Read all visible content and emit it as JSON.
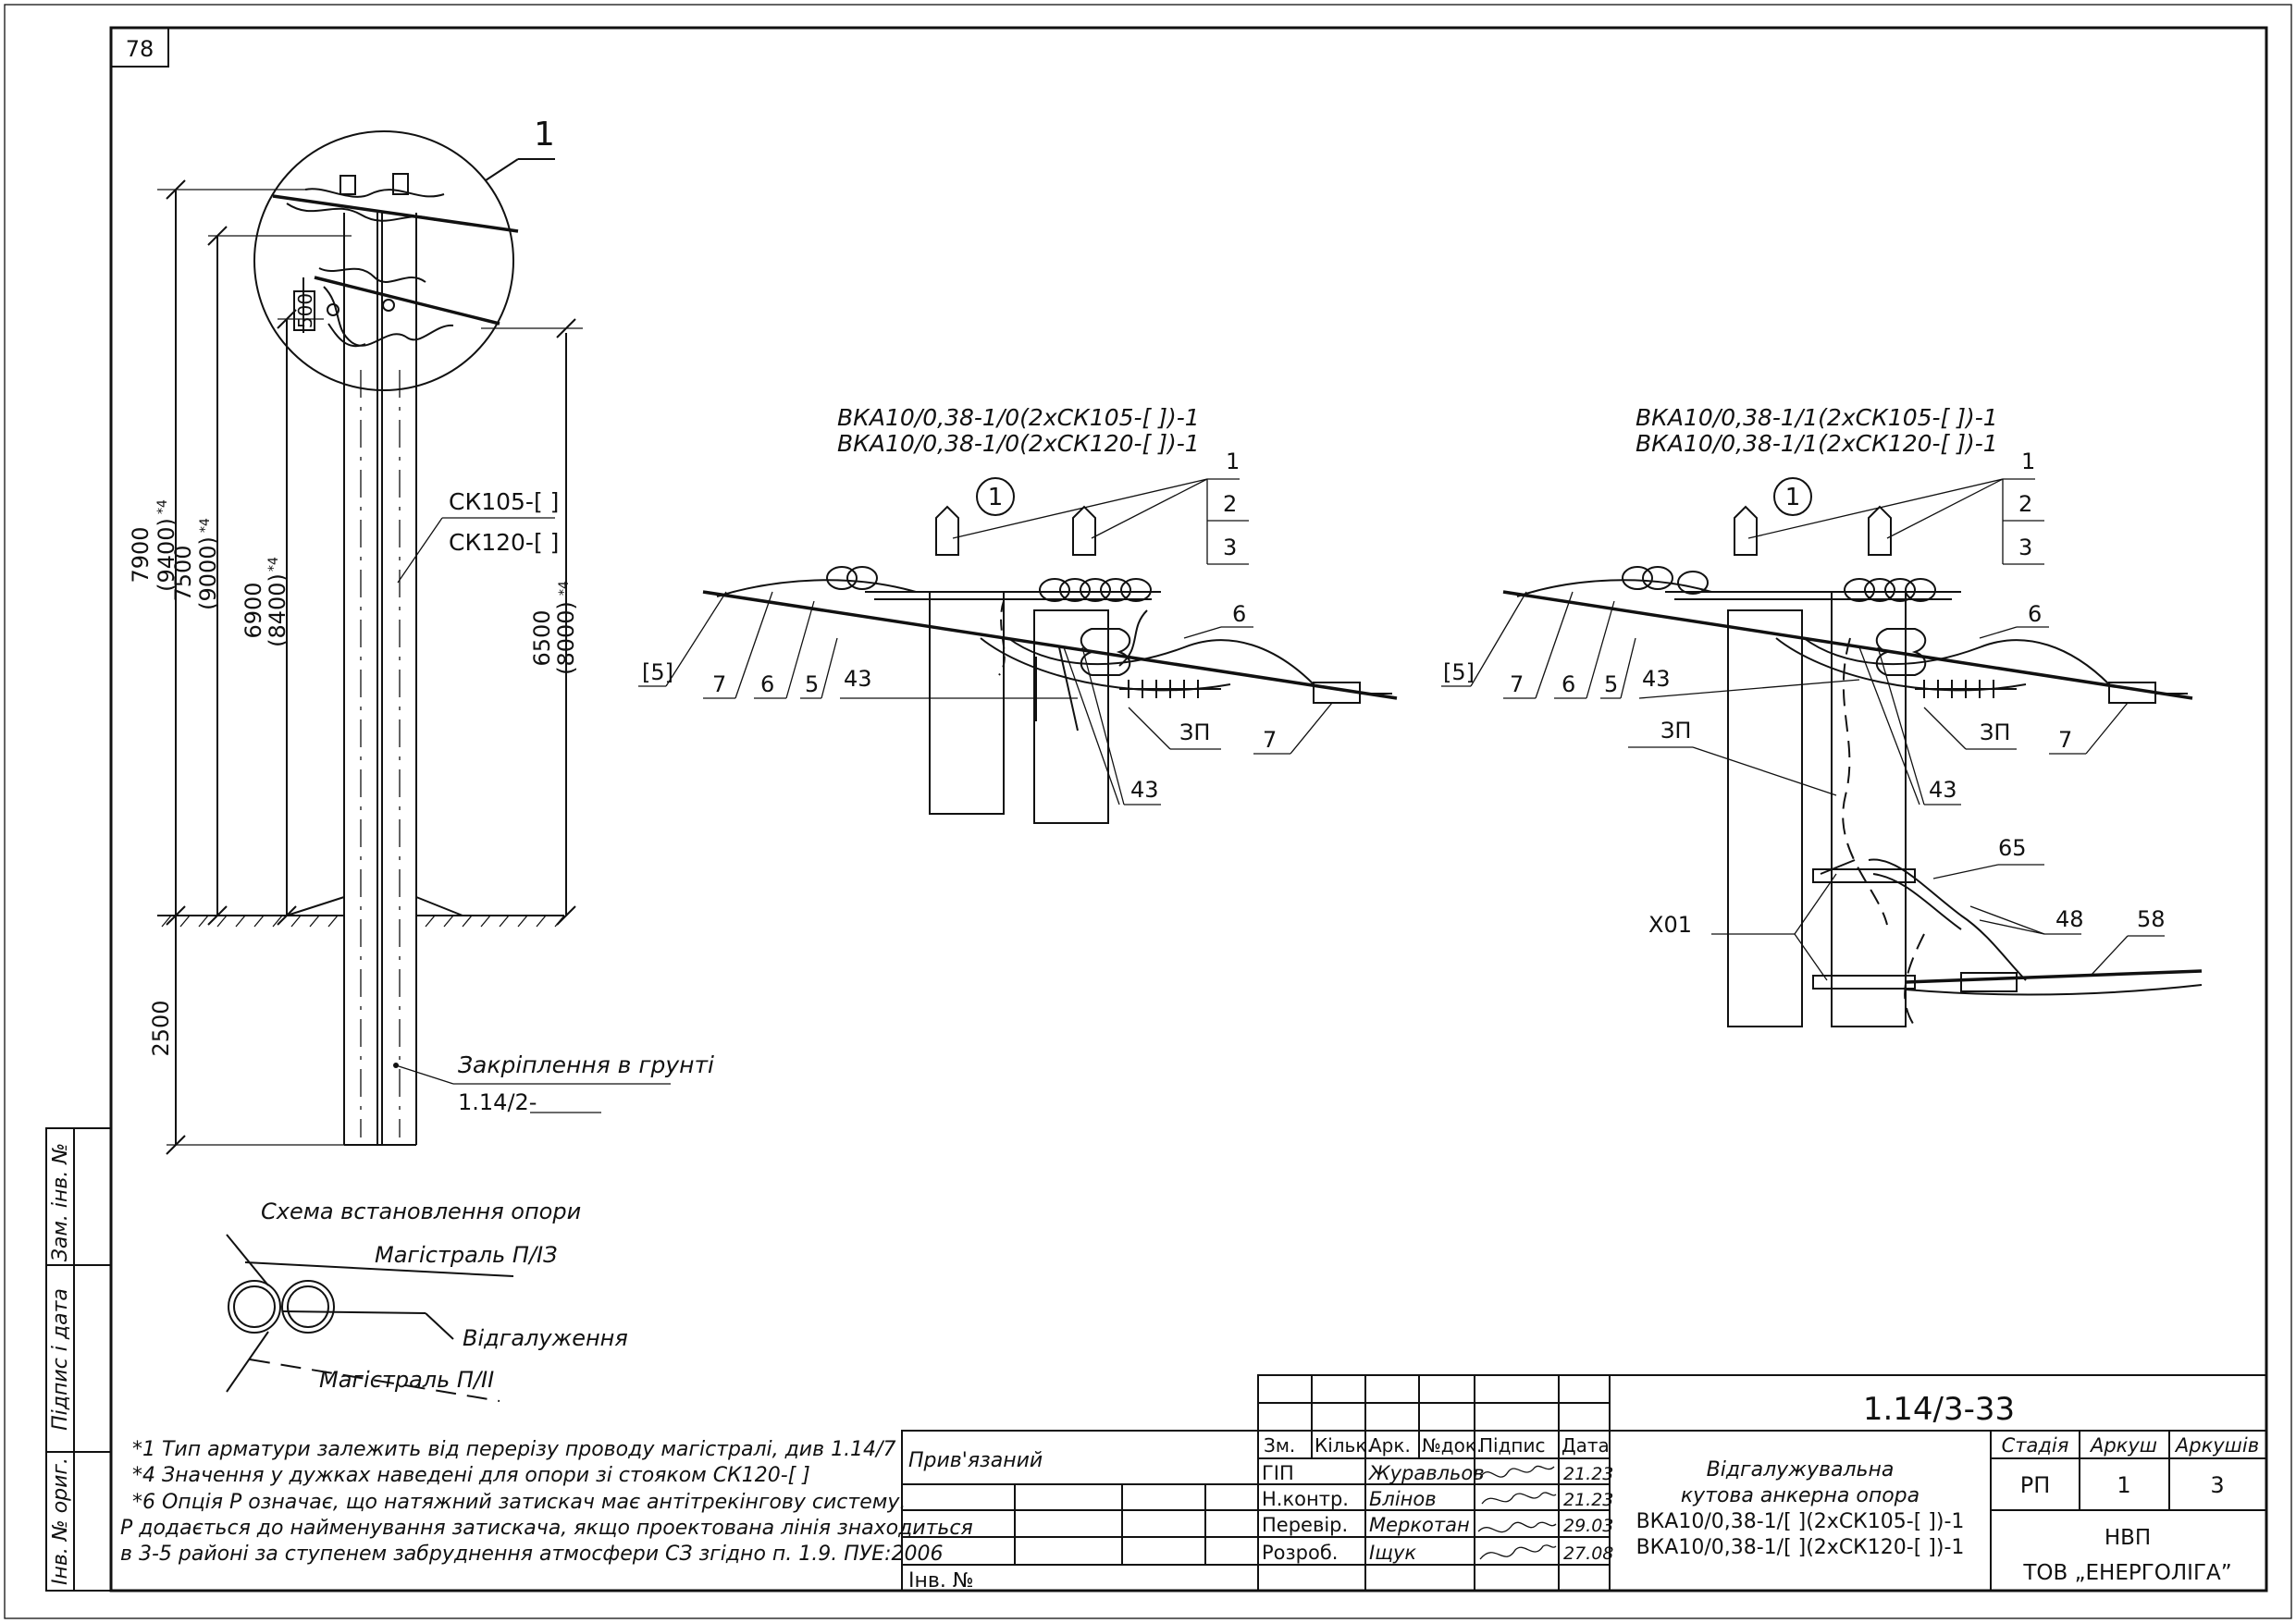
{
  "sheet": {
    "page_number": "78",
    "drawing_code": "1.14/3-33",
    "title_lines": [
      "Відгалужувальна",
      "кутова анкерна опора",
      "ВКА10/0,38-1/[  ](2хСК105-[  ])-1",
      "ВКА10/0,38-1/[  ](2хСК120-[  ])-1"
    ],
    "stage_header": "Стадія",
    "sheet_header": "Аркуш",
    "sheets_header": "Аркушів",
    "stage": "РП",
    "sheet_no": "1",
    "sheets_total": "3",
    "org_line1": "НВП",
    "org_line2": "ТОВ „ЕНЕРГОЛІГА”",
    "attached_label": "Прив'язаний",
    "inv_label": "Інв. №",
    "headers": [
      "Зм.",
      "Кільк.",
      "Арк.",
      "№док.",
      "Підпис",
      "Дата"
    ],
    "staff": [
      {
        "role": "ГІП",
        "name": "Журавльов",
        "date": "21.23"
      },
      {
        "role": "Н.контр.",
        "name": "Блінов",
        "date": "21.23"
      },
      {
        "role": "Перевір.",
        "name": "Меркотан",
        "date": "29.03"
      },
      {
        "role": "Розроб.",
        "name": "Іщук",
        "date": "27.08"
      }
    ],
    "side_labels": [
      "Зам. інв. №",
      "Підпис і дата",
      "Інв. № ориг."
    ]
  },
  "pole": {
    "callout": "1",
    "dim_500": "500",
    "dims": [
      {
        "v": "7900",
        "alt": "(9400)",
        "mark": "*4"
      },
      {
        "v": "7500",
        "alt": "(9000)",
        "mark": "*4"
      },
      {
        "v": "6900",
        "alt": "(8400)",
        "mark": "*4"
      },
      {
        "v": "6500",
        "alt": "(8000)",
        "mark": "*4"
      }
    ],
    "dim_ground": "2500",
    "type_a": "СК105-[  ]",
    "type_b": "СК120-[  ]",
    "fixing_label": "Закріплення в грунті",
    "fixing_ref": "1.14/2-"
  },
  "scheme": {
    "title": "Схема встановлення опори",
    "main_a": "Магістраль П/ІЗ",
    "branch": "Відгалуження",
    "main_b": "Магістраль П/ІІ"
  },
  "det1": {
    "line1": "ВКА10/0,38-1/0(2хСК105-[  ])-1",
    "line2": "ВКА10/0,38-1/0(2хСК120-[  ])-1",
    "circle": "1",
    "tags": [
      "1",
      "2",
      "3",
      "6",
      "[5]",
      "7",
      "6",
      "5",
      "43",
      "ЗП",
      "7",
      "43"
    ]
  },
  "det2": {
    "line1": "ВКА10/0,38-1/1(2хСК105-[  ])-1",
    "line2": "ВКА10/0,38-1/1(2хСК120-[  ])-1",
    "circle": "1",
    "tags": [
      "1",
      "2",
      "3",
      "6",
      "[5]",
      "7",
      "6",
      "5",
      "43",
      "ЗП",
      "ЗП",
      "7",
      "43",
      "65",
      "Х01",
      "48",
      "58"
    ]
  },
  "notes": [
    "*1 Тип арматури залежить від перерізу проводу магістралі, див 1.14/7",
    "*4 Значення у дужках наведені для опори зі стояком СК120-[  ]",
    "*6 Опція Р означає, що натяжний затискач має антітрекінгову систему.",
    "Р додається до найменування затискача, якщо проектована лінія знаходиться",
    "в 3-5 районі за ступенем забруднення атмосфери СЗ згідно п. 1.9. ПУЕ:2006"
  ]
}
